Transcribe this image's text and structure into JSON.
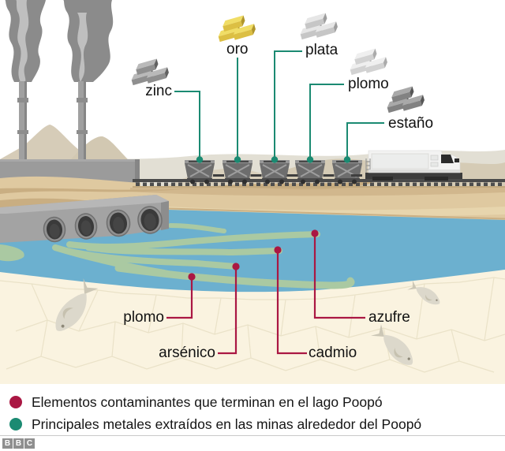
{
  "metals": [
    {
      "label": "zinc",
      "ingot_colors": [
        "#b9b9b9",
        "#8f8f8f",
        "#616161"
      ]
    },
    {
      "label": "oro",
      "ingot_colors": [
        "#f0dd66",
        "#dcbf43",
        "#b1962b"
      ]
    },
    {
      "label": "plata",
      "ingot_colors": [
        "#e6e6e6",
        "#c6c6c6",
        "#9d9d9d"
      ]
    },
    {
      "label": "plomo",
      "ingot_colors": [
        "#efefef",
        "#d2d2d2",
        "#ababab"
      ]
    },
    {
      "label": "estaño",
      "ingot_colors": [
        "#a9a9a9",
        "#828282",
        "#565656"
      ]
    }
  ],
  "contaminants": [
    {
      "label": "plomo"
    },
    {
      "label": "arsénico"
    },
    {
      "label": "cadmio"
    },
    {
      "label": "azufre"
    }
  ],
  "legend": {
    "items": [
      {
        "label": "Elementos contaminantes que terminan en el lago Poopó",
        "color": "#aa1743"
      },
      {
        "label": "Principales metales extraídos en las minas alrededor del Poopó",
        "color": "#1b8a72"
      }
    ]
  },
  "logo": {
    "letters": [
      "B",
      "B",
      "C"
    ]
  },
  "palette": {
    "teal": "#1b8a72",
    "crimson": "#aa1743",
    "lake_blue": "#6cb0cf",
    "plume_green": "#aecba0",
    "sand": "#dfc9a0",
    "sand_shadow": "#c9ae82",
    "lakebed_cream": "#faf3e0",
    "crack": "#e9e0c6",
    "smoke_dark": "#8b8b8b",
    "smoke_light": "#c4c4c4",
    "mountain_beige": "#d6ccb8",
    "hill_light": "#e2dfd4",
    "factory_gray": "#9b9b9b"
  }
}
